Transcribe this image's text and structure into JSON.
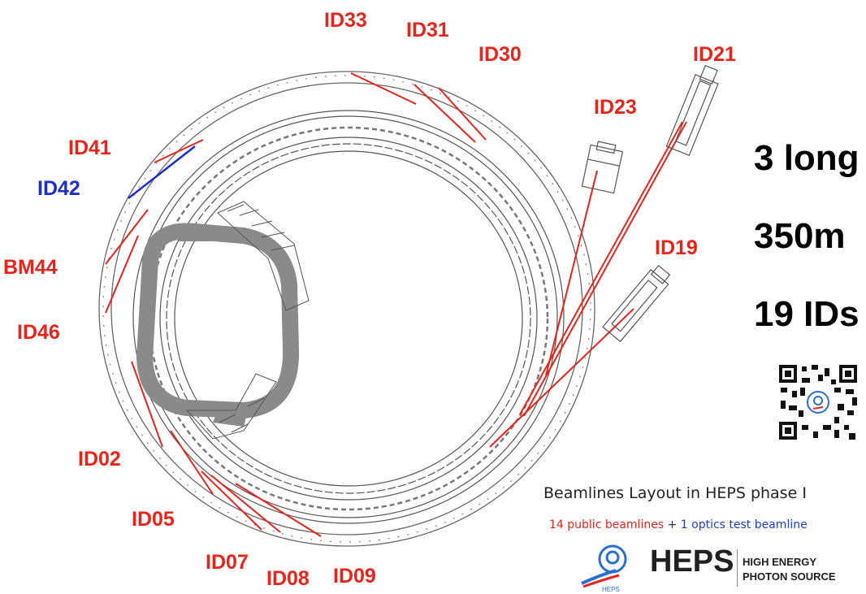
{
  "colors": {
    "public": "#e8231a",
    "optics": "#1a2fc8",
    "lattice": "#555555",
    "hall": "#777777"
  },
  "beamline_labels": {
    "ID33": "ID33",
    "ID31": "ID31",
    "ID30": "ID30",
    "ID21": "ID21",
    "ID23": "ID23",
    "ID41": "ID41",
    "ID42": "ID42",
    "BM44": "BM44",
    "ID46": "ID46",
    "ID19": "ID19",
    "ID02": "ID02",
    "ID05": "ID05",
    "ID07": "ID07",
    "ID08": "ID08",
    "ID09": "ID09"
  },
  "highlights": [
    "3 long",
    "350m",
    "19 IDs"
  ],
  "caption": "Beamlines Layout in HEPS phase I",
  "subcaption": {
    "public": "14 public beamlines",
    "plus": "+",
    "optics": "1 optics test beamline"
  },
  "logo": {
    "word": "HEPS",
    "line1": "HIGH ENERGY",
    "line2": "PHOTON SOURCE",
    "icon": "heps-logo-icon",
    "tiny": "HEPS"
  },
  "qr_icon": "qr-code-icon"
}
